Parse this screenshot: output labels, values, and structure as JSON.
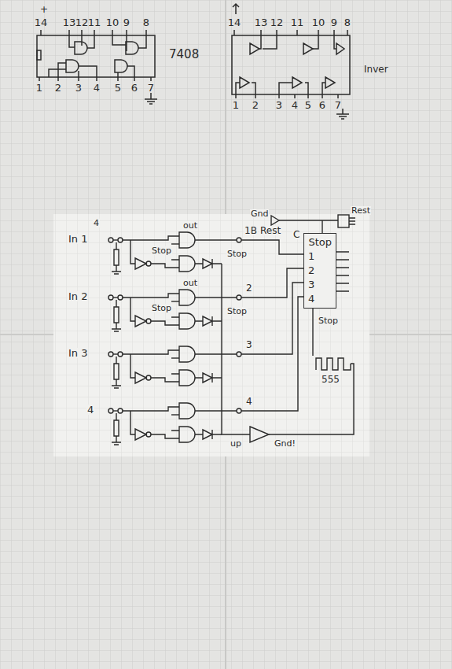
{
  "diagram": {
    "nodes": [
      {
        "text": [
          "Stop",
          "1",
          "2",
          "3",
          "4"
        ]
      }
    ],
    "labels": [
      "+",
      "14",
      "13",
      "12",
      "11",
      "10",
      "9",
      "8",
      "1",
      "2",
      "3",
      "4",
      "5",
      "6",
      "7",
      "7408",
      "14",
      "13",
      "12",
      "11",
      "10",
      "9",
      "8",
      "1",
      "2",
      "3",
      "4",
      "5",
      "6",
      "7",
      "Inver",
      "4",
      "In 1",
      "out",
      "Stop",
      "1B",
      "Rest",
      "Gnd",
      "Rest",
      "C",
      "Stop",
      "In 2",
      "out",
      "Stop",
      "2",
      "Stop",
      "In 3",
      "3",
      "4",
      "4",
      "Stop",
      "555",
      "up",
      "Gnd!"
    ]
  }
}
